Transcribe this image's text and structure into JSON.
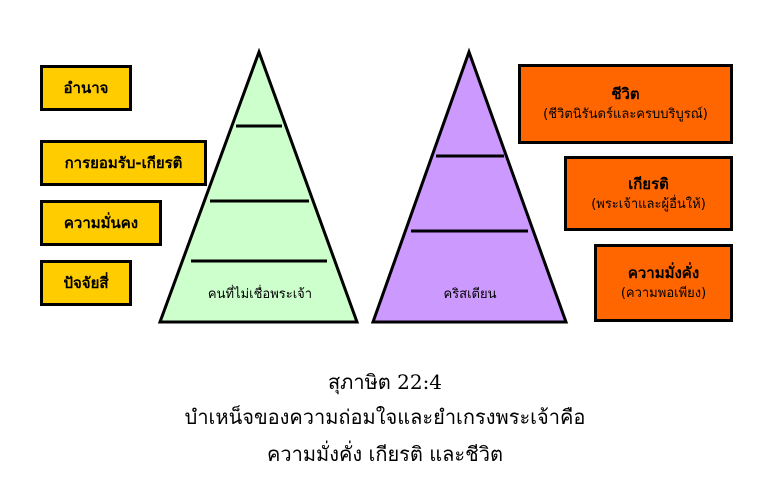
{
  "left_pyramid": {
    "label": "คนที่ไม่เชื่อพระเจ้า",
    "fill": "#ccffcc"
  },
  "right_pyramid": {
    "label": "คริสเตียน",
    "fill": "#cc99ff"
  },
  "left_boxes": [
    {
      "label": "อำนาจ"
    },
    {
      "label": "การยอมรับ-เกียรติ"
    },
    {
      "label": "ความมั่นคง"
    },
    {
      "label": "ปัจจัยสี่"
    }
  ],
  "right_boxes": [
    {
      "title": "ชีวิต",
      "subtitle": "(ชีวิตนิรันดร์และครบบริบูรณ์)"
    },
    {
      "title": "เกียรติ",
      "subtitle": "(พระเจ้าและผู้อื่นให้)"
    },
    {
      "title": "ความมั่งคั่ง",
      "subtitle": "(ความพอเพียง)"
    }
  ],
  "caption": {
    "line1": "สุภาษิต 22:4",
    "line2": "บำเหน็จของความถ่อมใจและยำเกรงพระเจ้าคือ",
    "line3": "ความมั่งคั่ง  เกียรติ และชีวิต"
  },
  "colors": {
    "yellow_box": "#ffcc00",
    "orange_box": "#ff6600",
    "outline": "#000000"
  }
}
